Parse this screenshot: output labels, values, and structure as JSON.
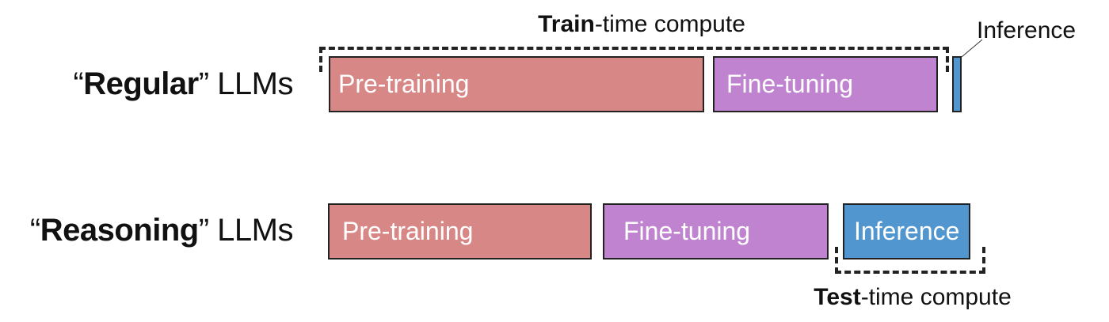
{
  "colors": {
    "pretraining": "#D88787",
    "finetuning": "#C083D0",
    "inference": "#5296D0"
  },
  "regular": {
    "label_open": "“",
    "label_bold": "Regular",
    "label_close": "”",
    "label_rest": " LLMs",
    "pretraining": "Pre-training",
    "finetuning": "Fine-tuning",
    "inference_callout": "Inference",
    "bracket_bold": "Train",
    "bracket_rest": "-time compute"
  },
  "reasoning": {
    "label_open": "“",
    "label_bold": "Reasoning",
    "label_close": "”",
    "label_rest": " LLMs",
    "pretraining": "Pre-training",
    "finetuning": "Fine-tuning",
    "inference": "Inference",
    "bracket_bold": "Test",
    "bracket_rest": "-time compute"
  }
}
